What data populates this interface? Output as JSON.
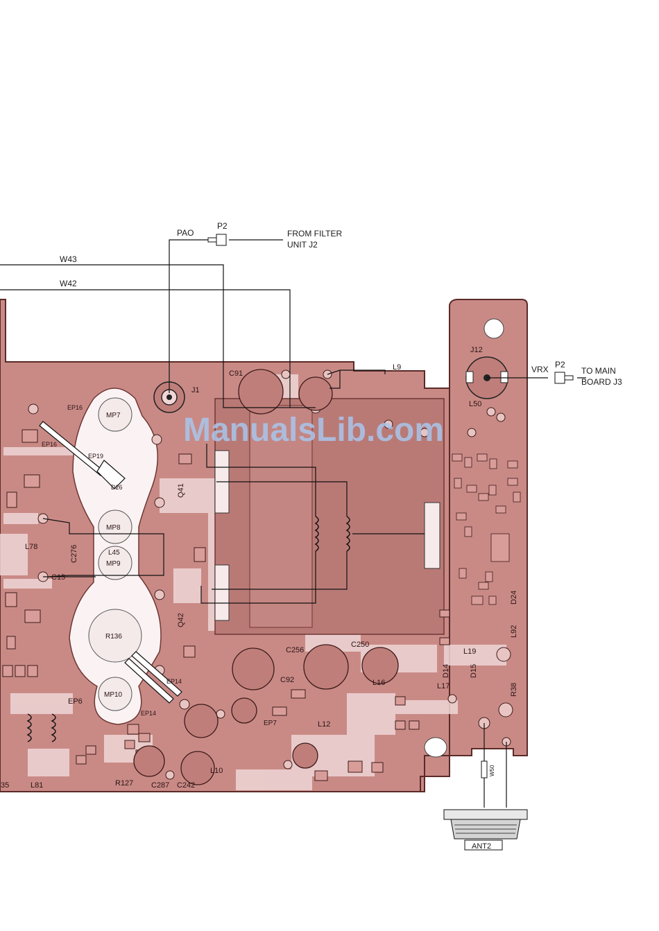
{
  "connectors": {
    "pao": "PAO",
    "p2_top": "P2",
    "from_filter": "FROM FILTER",
    "from_filter_2": "UNIT J2",
    "vrx": "VRX",
    "p2_right": "P2",
    "to_main": "TO MAIN",
    "to_main_2": "BOARD J3",
    "w43": "W43",
    "w42": "W42",
    "ant2": "ANT2",
    "w50": "W50"
  },
  "components": {
    "j1": "J1",
    "c91": "C91",
    "l9": "L9",
    "j12": "J12",
    "l50": "L50",
    "ep16a": "EP16",
    "ep16b": "EP16",
    "ep19": "EP19",
    "d26": "D26",
    "mp7": "MP7",
    "mp8": "MP8",
    "mp9": "MP9",
    "mp10": "MP10",
    "l45": "L45",
    "r136": "R136",
    "c276": "C276",
    "l78": "L78",
    "c15": "C15",
    "q41": "Q41",
    "q42": "Q42",
    "ep14a": "EP14",
    "ep14b": "EP14",
    "ep6": "EP6",
    "c256": "C256",
    "c250": "C250",
    "c92": "C92",
    "l16": "L16",
    "l12": "L12",
    "l10": "L10",
    "l17": "L17",
    "l19": "L19",
    "d14": "D14",
    "d15": "D15",
    "d24": "D24",
    "l92": "L92",
    "r38": "R38",
    "r127": "R127",
    "c287": "C287",
    "c242": "C242",
    "l81": "L81",
    "c35": "35",
    "ep7": "EP7"
  },
  "watermark": "ManualsLib.com",
  "colors": {
    "board": "#c98a86",
    "copper_gap": "#f2dede",
    "ink": "#1a1a1a",
    "watermark": "#a9c6ec"
  }
}
